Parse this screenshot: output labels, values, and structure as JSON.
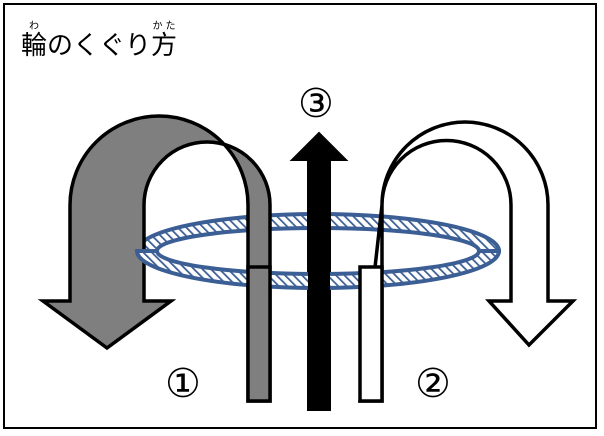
{
  "title": {
    "part1_base": "輪",
    "part1_reading": "わ",
    "middle": "のくぐり",
    "part2_base": "方",
    "part2_reading": "かた"
  },
  "labels": {
    "first": "①",
    "second": "②",
    "third": "③"
  },
  "colors": {
    "left_arrow_fill": "#7f7f7f",
    "right_arrow_fill": "#ffffff",
    "center_arrow_fill": "#000000",
    "ring_outline": "#3b5e95",
    "ring_hatch": "#3b5e95",
    "frame": "#000000"
  }
}
